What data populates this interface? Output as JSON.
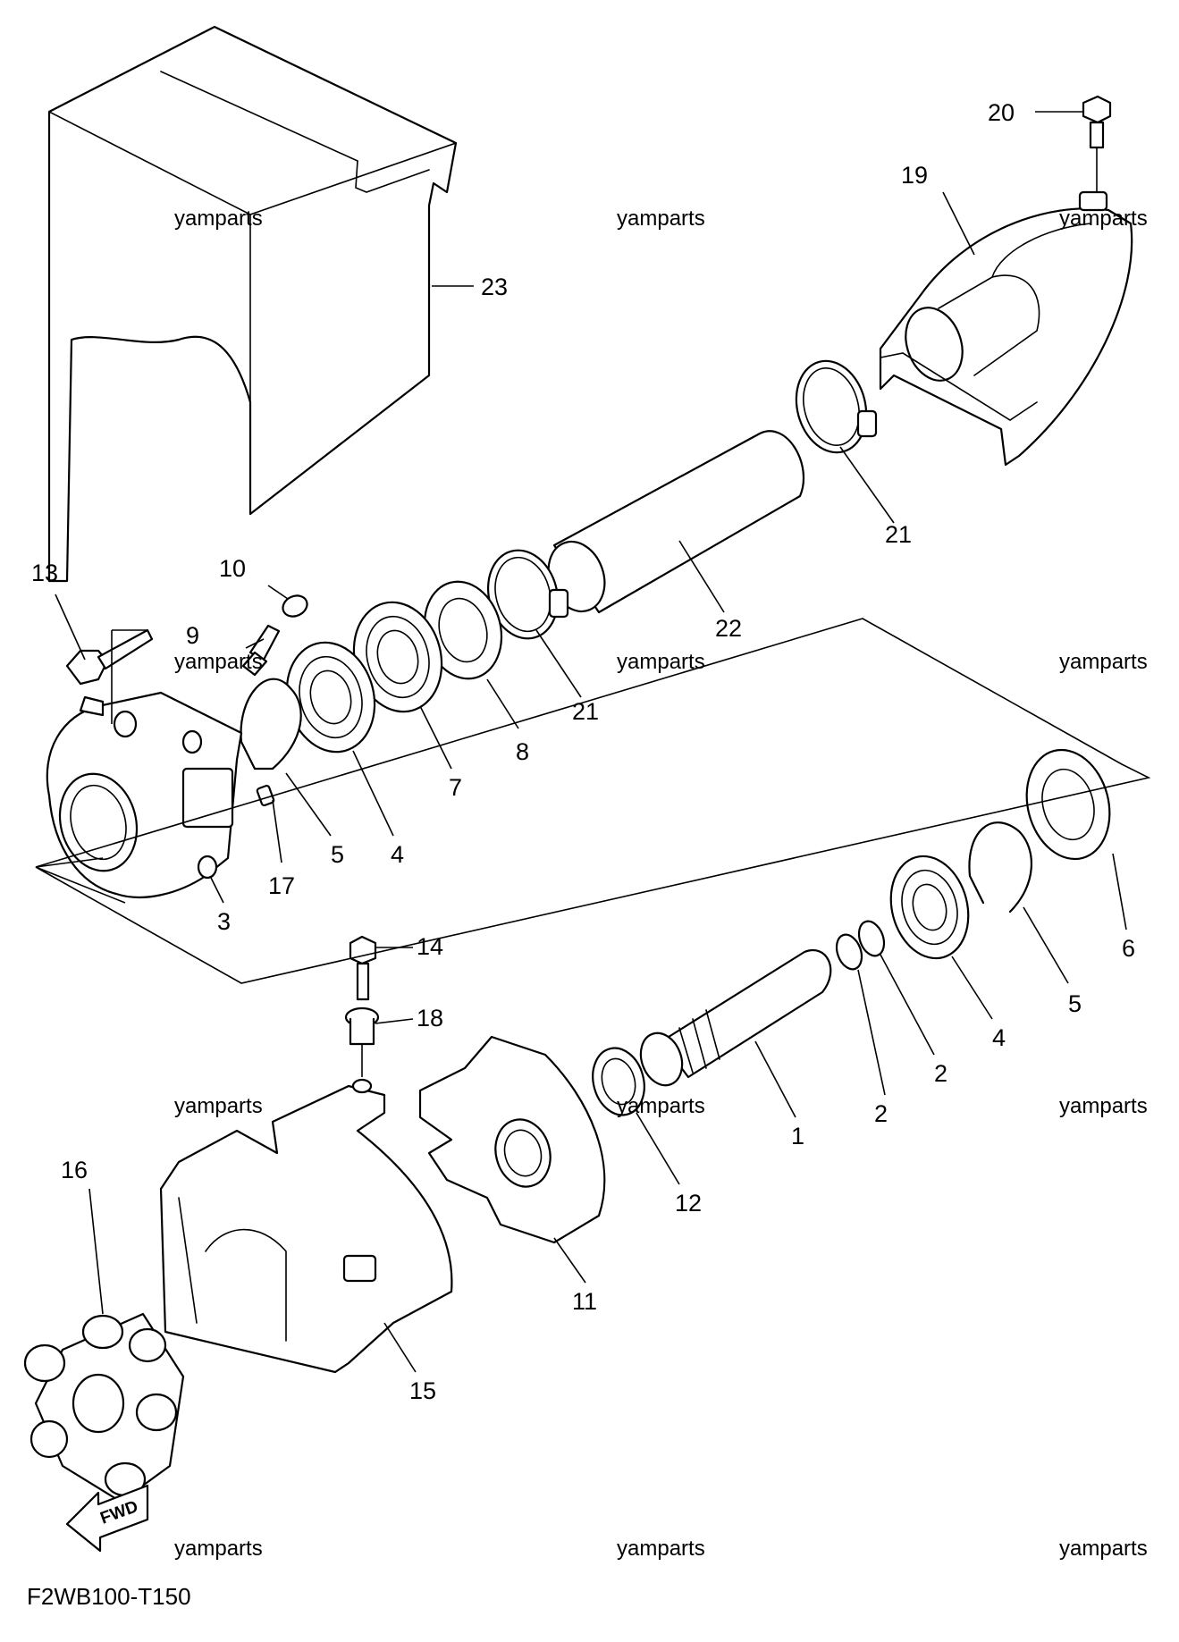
{
  "diagram": {
    "code": "F2WB100-T150",
    "fwd_label": "FWD",
    "callouts": {
      "c1": "1",
      "c2a": "2",
      "c2b": "2",
      "c3": "3",
      "c4a": "4",
      "c4b": "4",
      "c5a": "5",
      "c5b": "5",
      "c6": "6",
      "c7": "7",
      "c8": "8",
      "c9": "9",
      "c10": "10",
      "c11": "11",
      "c12": "12",
      "c13": "13",
      "c14": "14",
      "c15": "15",
      "c16": "16",
      "c17": "17",
      "c18": "18",
      "c19": "19",
      "c20": "20",
      "c21a": "21",
      "c21b": "21",
      "c22": "22",
      "c23": "23"
    },
    "watermark": "yamparts"
  }
}
